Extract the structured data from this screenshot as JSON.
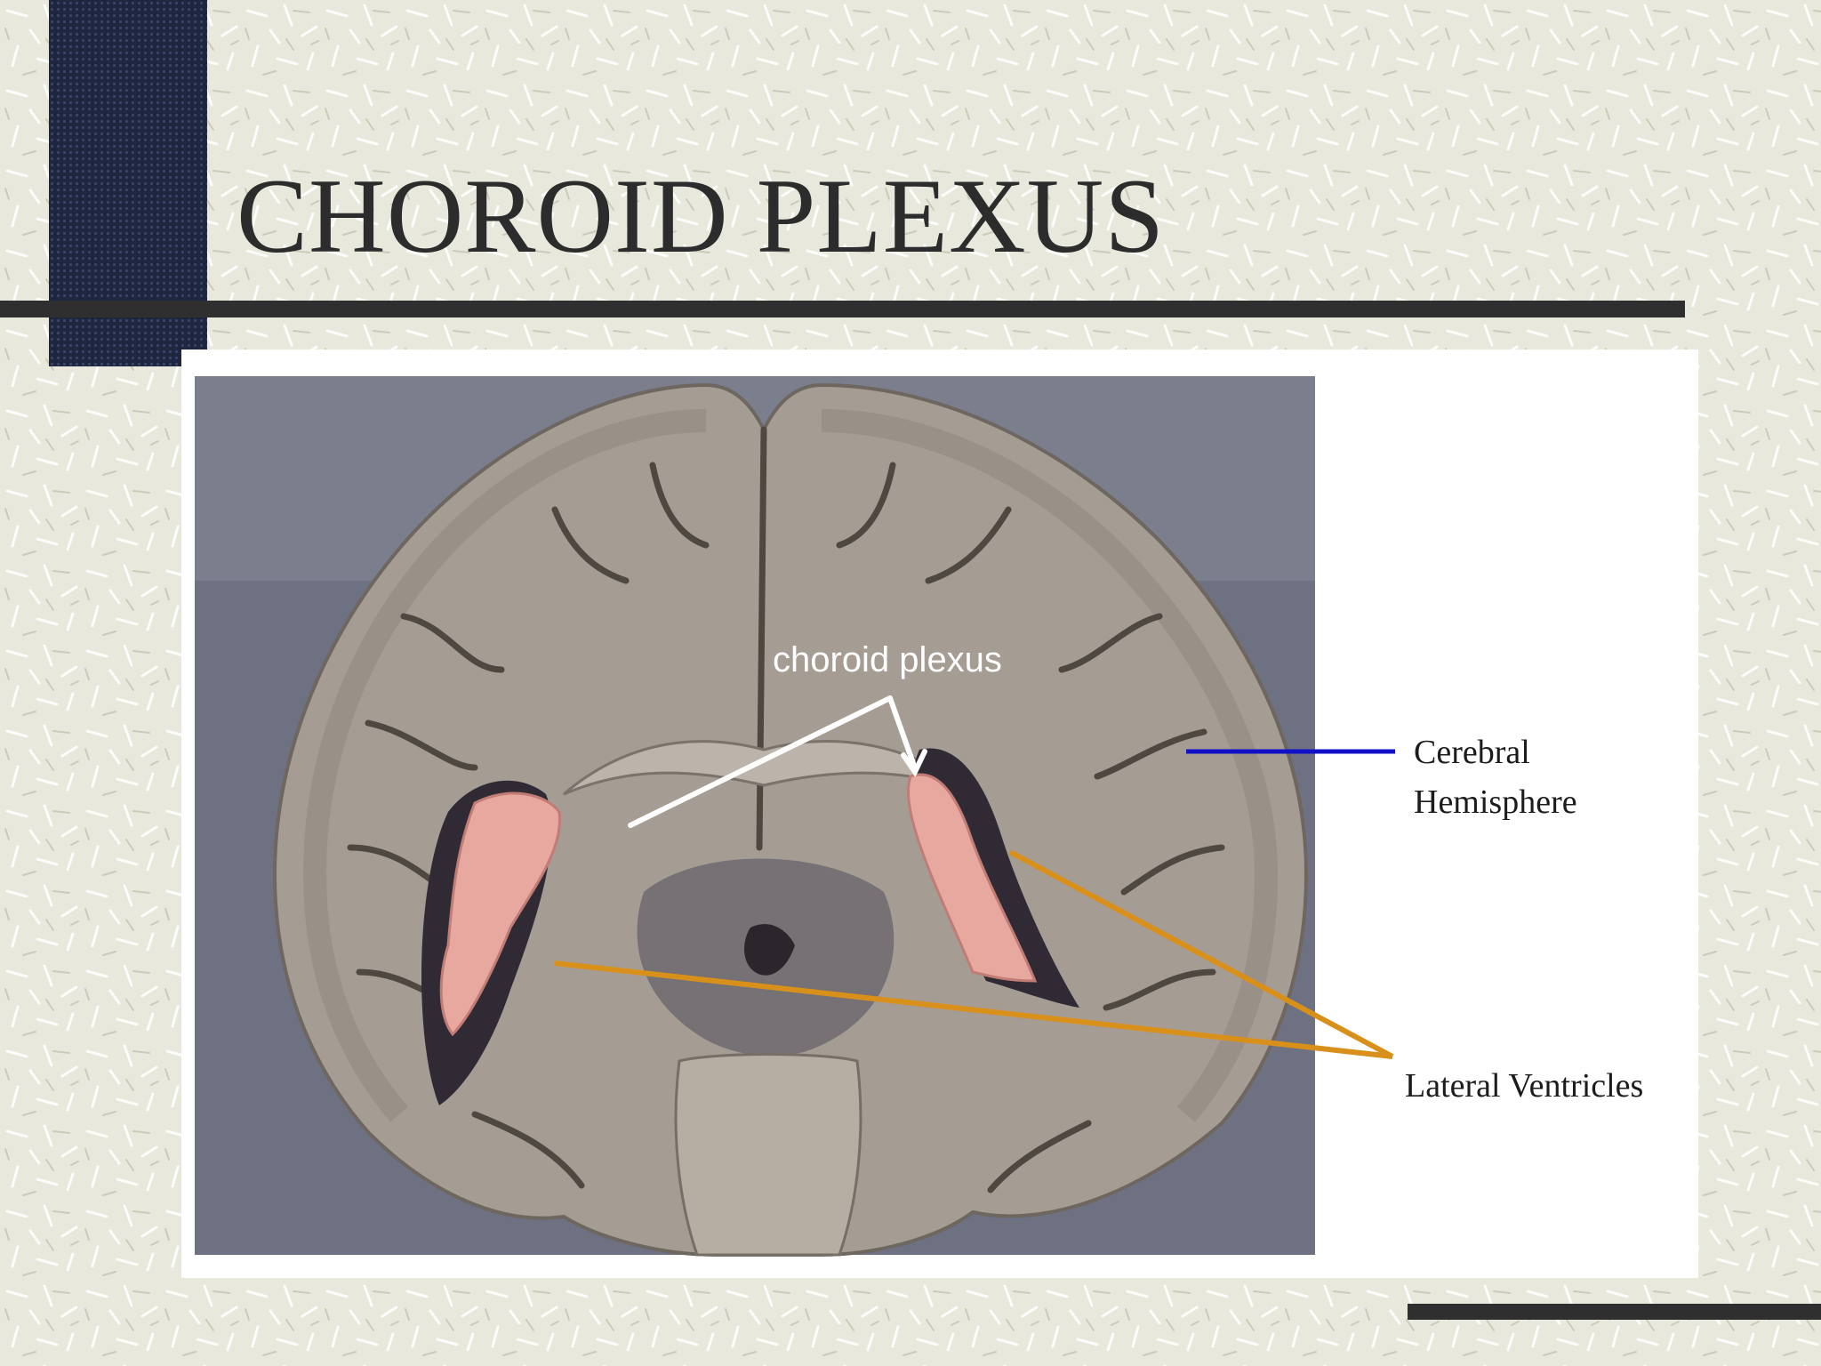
{
  "slide": {
    "title": "CHOROID PLEXUS"
  },
  "figure": {
    "photo_label": "choroid plexus",
    "labels": {
      "cerebral_line1": "Cerebral",
      "cerebral_line2": "Hemisphere",
      "lateral": "Lateral Ventricles"
    }
  },
  "colors": {
    "title_text": "#2c2c2c",
    "accent_block": "#1f2740",
    "rule": "#2f2f2f",
    "cerebral_leader": "#1010c8",
    "ventricle_leader": "#d9901a",
    "choroid_tissue": "#e7a8a0",
    "brain_tissue": "#a59c93"
  }
}
